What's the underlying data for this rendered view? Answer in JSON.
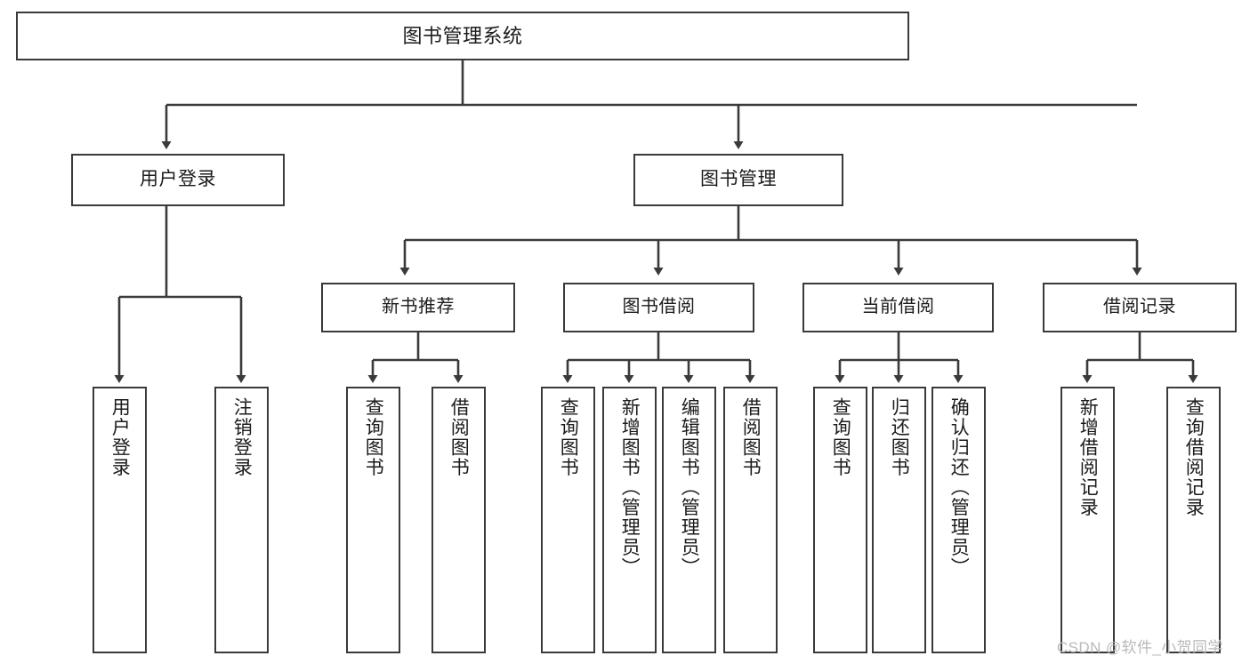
{
  "diagram": {
    "title": "图书管理系统",
    "type": "hierarchy-tree",
    "root": {
      "id": "root",
      "label": "图书管理系统"
    },
    "tier2": [
      {
        "id": "user-login",
        "label": "用户登录"
      },
      {
        "id": "book-management",
        "label": "图书管理"
      }
    ],
    "tier3": [
      {
        "id": "new-book-recommend",
        "label": "新书推荐"
      },
      {
        "id": "book-borrow",
        "label": "图书借阅"
      },
      {
        "id": "current-borrow",
        "label": "当前借阅"
      },
      {
        "id": "borrow-record",
        "label": "借阅记录"
      }
    ],
    "leaves": {
      "user_login": [
        {
          "id": "leaf-user-login",
          "label": "用户登录"
        },
        {
          "id": "leaf-logout-login",
          "label": "注销登录"
        }
      ],
      "new_book_recommend": [
        {
          "id": "leaf-query-book-1",
          "label": "查询图书"
        },
        {
          "id": "leaf-borrow-book-1",
          "label": "借阅图书"
        }
      ],
      "book_borrow": [
        {
          "id": "leaf-query-book-2",
          "label": "查询图书"
        },
        {
          "id": "leaf-add-book",
          "label": "新增图书（管理员）"
        },
        {
          "id": "leaf-edit-book",
          "label": "编辑图书（管理员）"
        },
        {
          "id": "leaf-borrow-book-2",
          "label": "借阅图书"
        }
      ],
      "current_borrow": [
        {
          "id": "leaf-query-book-3",
          "label": "查询图书"
        },
        {
          "id": "leaf-return-book",
          "label": "归还图书"
        },
        {
          "id": "leaf-confirm-return",
          "label": "确认归还（管理员）"
        }
      ],
      "borrow_record": [
        {
          "id": "leaf-add-record",
          "label": "新增借阅记录"
        },
        {
          "id": "leaf-query-record",
          "label": "查询借阅记录"
        }
      ]
    }
  },
  "watermark": {
    "text": "CSDN @软件_小贺同学"
  },
  "colors": {
    "stroke": "#3a3a3a",
    "background": "#ffffff",
    "text": "#1b1b1b",
    "watermark": "#b9b9b9"
  }
}
